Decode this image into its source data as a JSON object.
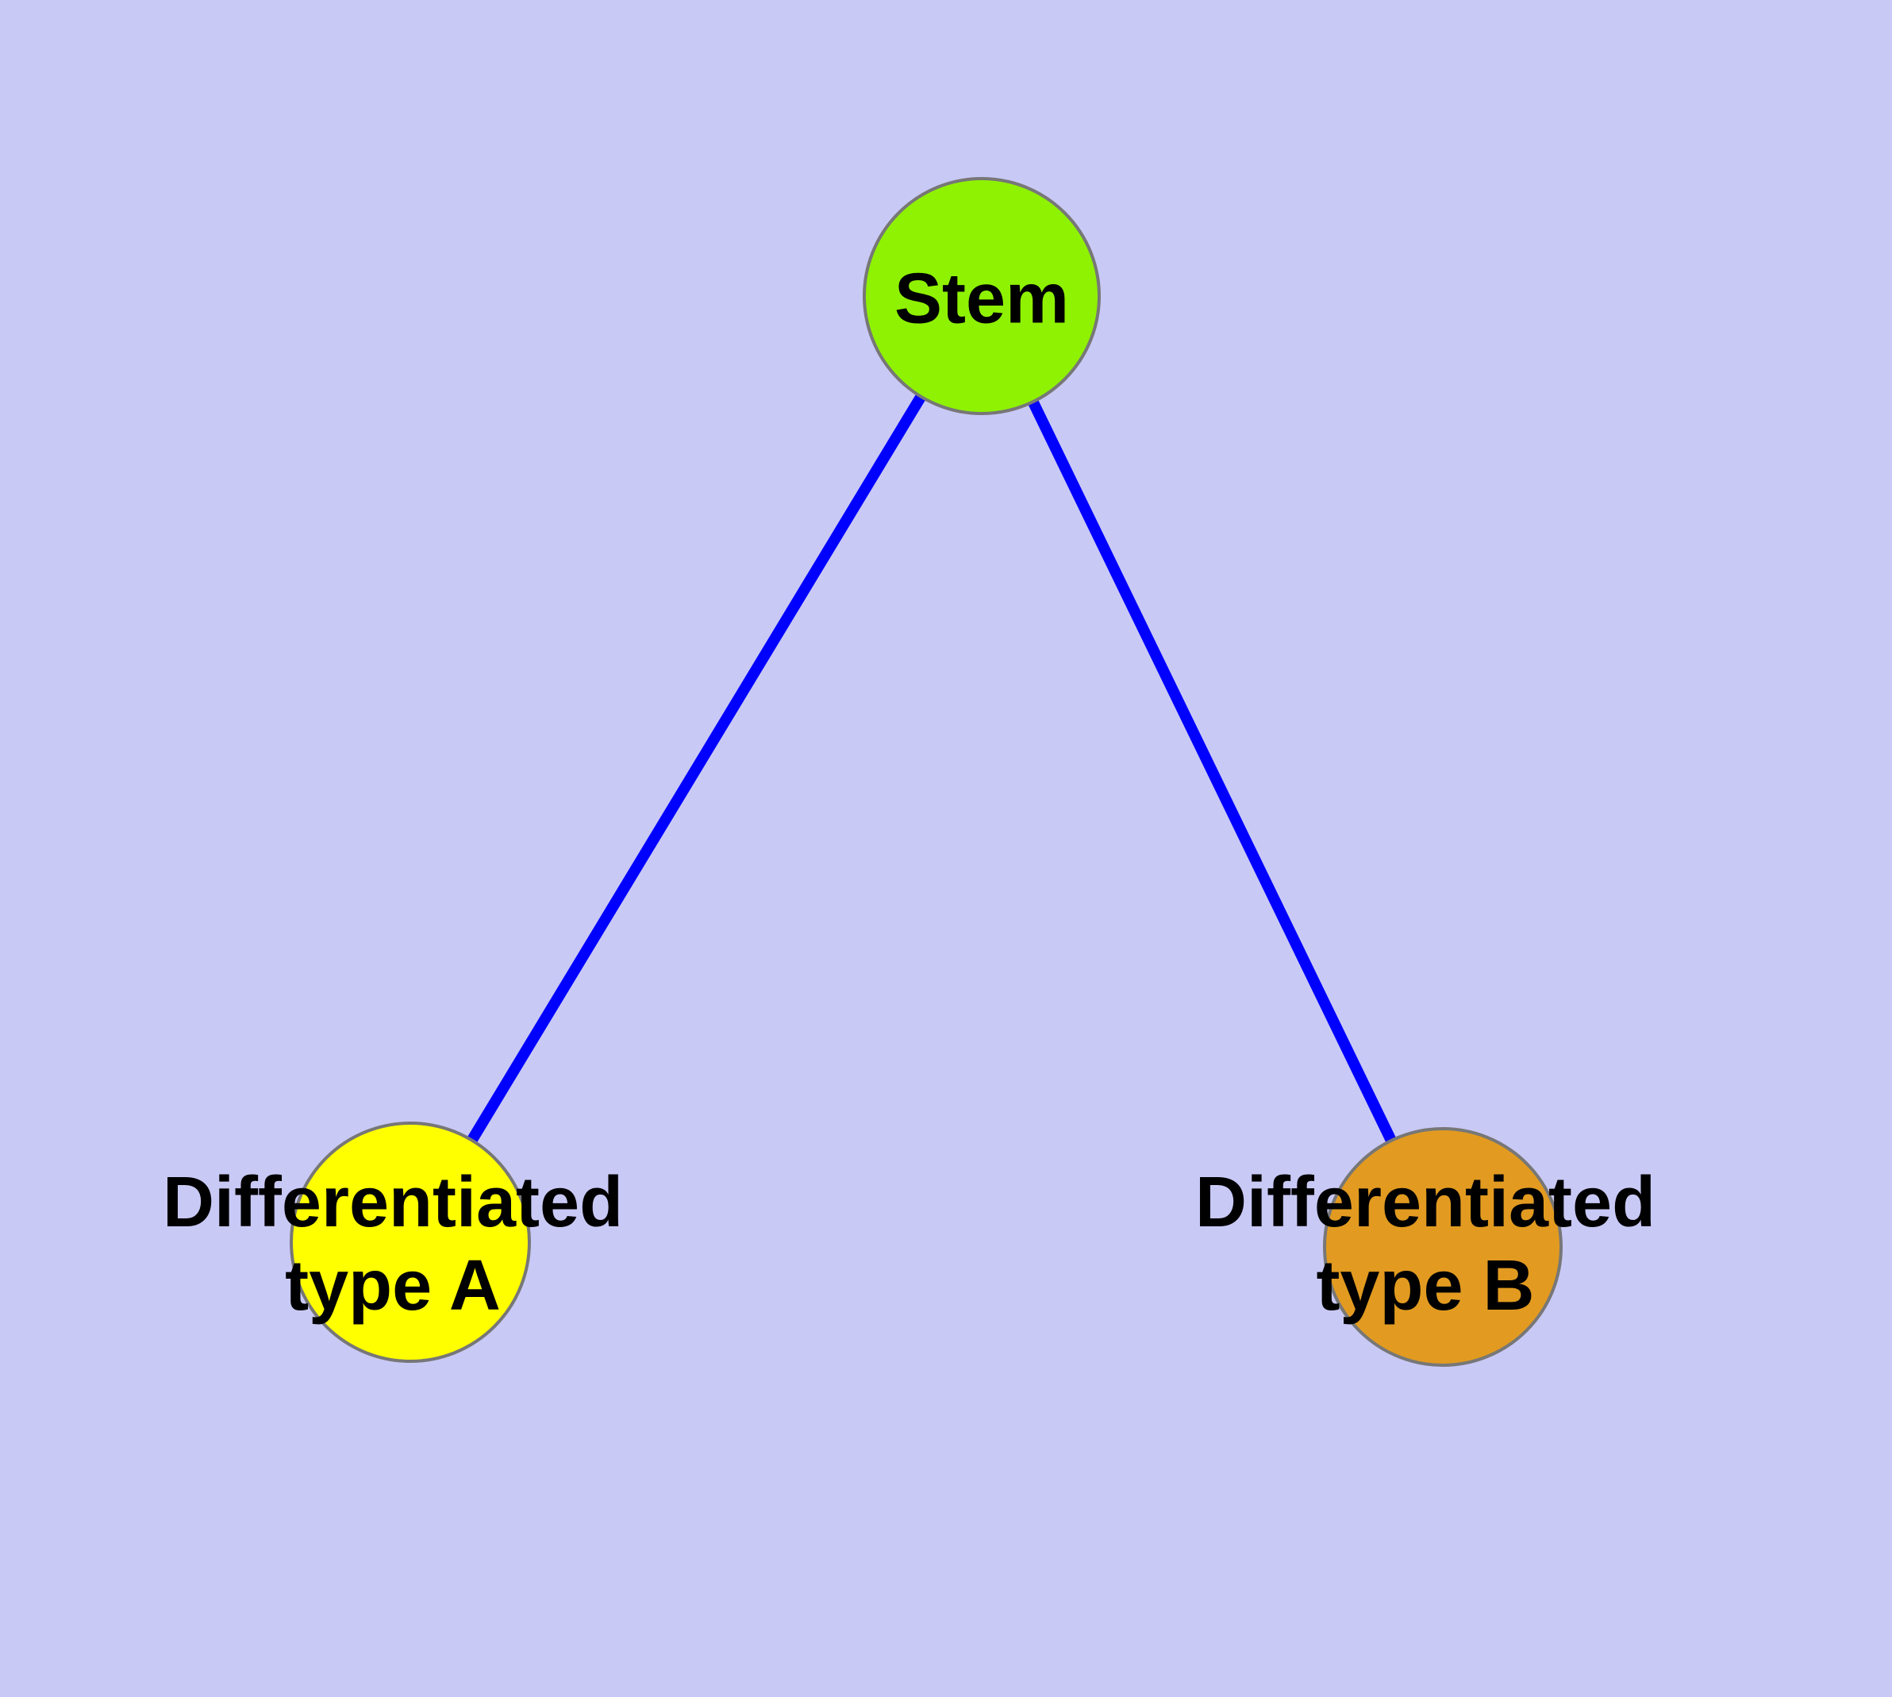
{
  "diagram": {
    "background_color": "#C9C9F6",
    "edge_color": "#0000FF",
    "node_border_color": "#777777",
    "label_color": "#000000",
    "nodes": [
      {
        "id": "stem",
        "label": "Stem",
        "label_lines": [
          "Stem"
        ],
        "color": "#8EF202"
      },
      {
        "id": "differentiated-type-a",
        "label": "Differentiated type A",
        "label_lines": [
          "Differentiated",
          "type A"
        ],
        "color": "#FFFF00"
      },
      {
        "id": "differentiated-type-b",
        "label": "Differentiated type B",
        "label_lines": [
          "Differentiated",
          "type B"
        ],
        "color": "#E29B20"
      }
    ],
    "edges": [
      {
        "from": "Stem",
        "to": "Differentiated type A"
      },
      {
        "from": "Stem",
        "to": "Differentiated type B"
      }
    ]
  }
}
